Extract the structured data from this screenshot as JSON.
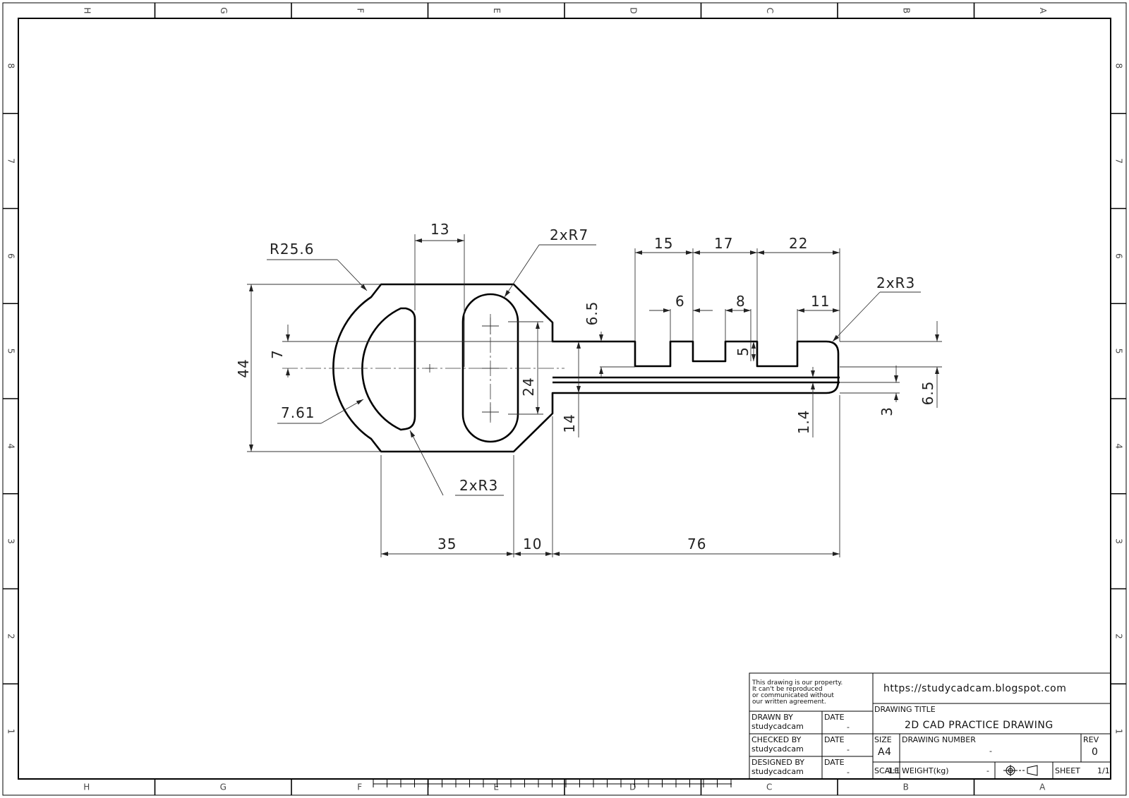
{
  "zones": {
    "columns": [
      "H",
      "G",
      "F",
      "E",
      "D",
      "C",
      "B",
      "A"
    ],
    "rows": [
      "8",
      "7",
      "6",
      "5",
      "4",
      "3",
      "2",
      "1"
    ]
  },
  "dimensions": {
    "head_radius": "R25.6",
    "slot_pitch": "13",
    "slot_radius": "2xR7",
    "head_height": "44",
    "d_slot_offset": "7",
    "d_slot_width": "7.61",
    "slot_length": "24",
    "d_slot_radius": "2xR3",
    "head_length": "35",
    "neck_length": "10",
    "blade_length": "76",
    "cut_spacing_1": "15",
    "cut_spacing_2": "17",
    "cut_spacing_3": "22",
    "cut_width_1": "6",
    "cut_width_2": "8",
    "tip_width": "11",
    "tip_radius": "2xR3",
    "cut_depth": "6.5",
    "cut_depth_2": "5",
    "blade_height": "14",
    "groove_width": "1.4",
    "groove_offset": "3",
    "tip_height": "6.5"
  },
  "title_block": {
    "note_lines": [
      "This drawing is our property.",
      "It can't be reproduced",
      "or communicated without",
      "our written agreement."
    ],
    "url": "https://studycadcam.blogspot.com",
    "drawing_title_label": "DRAWING TITLE",
    "drawing_title": "2D CAD PRACTICE DRAWING",
    "drawn_by_label": "DRAWN BY",
    "drawn_by": "studycadcam",
    "checked_by_label": "CHECKED BY",
    "checked_by": "studycadcam",
    "designed_by_label": "DESIGNED BY",
    "designed_by": "studycadcam",
    "date_label": "DATE",
    "date_value": "-",
    "size_label": "SIZE",
    "size_value": "A4",
    "drawing_number_label": "DRAWING NUMBER",
    "drawing_number": "-",
    "rev_label": "REV",
    "rev_value": "0",
    "scale_label": "SCALE",
    "scale_value": "1:1",
    "weight_label": "WEIGHT(kg)",
    "weight_value": "-",
    "sheet_label": "SHEET",
    "sheet_value": "1/1"
  }
}
